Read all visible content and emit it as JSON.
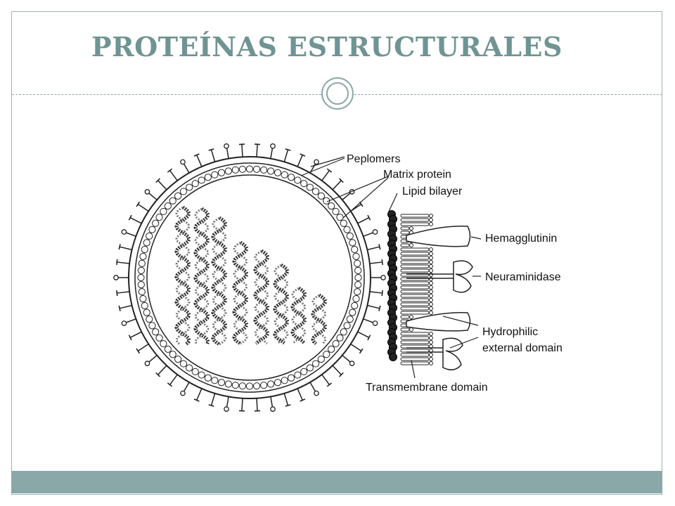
{
  "slide": {
    "title": "PROTEÍNAS ESTRUCTURALES",
    "accent_color": "#6f9493",
    "bar_color": "#8ba8a8"
  },
  "diagram": {
    "labels": {
      "peplomers": "Peplomers",
      "matrix_protein": "Matrix protein",
      "lipid_bilayer": "Lipid bilayer",
      "hemagglutinin": "Hemagglutinin",
      "neuraminidase": "Neuraminidase",
      "hydrophilic_line1": "Hydrophilic",
      "hydrophilic_line2": "external domain",
      "transmembrane": "Transmembrane domain"
    }
  }
}
